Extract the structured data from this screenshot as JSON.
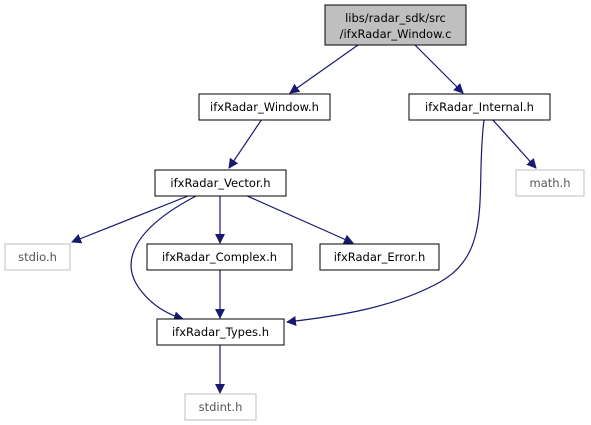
{
  "nodes": {
    "root": {
      "lines": [
        "libs/radar_sdk/src",
        "/ifxRadar_Window.c"
      ],
      "kind": "root"
    },
    "window_h": {
      "label": "ifxRadar_Window.h",
      "kind": "internal"
    },
    "internal_h": {
      "label": "ifxRadar_Internal.h",
      "kind": "internal"
    },
    "vector_h": {
      "label": "ifxRadar_Vector.h",
      "kind": "internal"
    },
    "math_h": {
      "label": "math.h",
      "kind": "system"
    },
    "stdio_h": {
      "label": "stdio.h",
      "kind": "system"
    },
    "complex_h": {
      "label": "ifxRadar_Complex.h",
      "kind": "internal"
    },
    "error_h": {
      "label": "ifxRadar_Error.h",
      "kind": "internal"
    },
    "types_h": {
      "label": "ifxRadar_Types.h",
      "kind": "internal"
    },
    "stdint_h": {
      "label": "stdint.h",
      "kind": "system"
    }
  },
  "edges": [
    {
      "from": "root",
      "to": "window_h"
    },
    {
      "from": "root",
      "to": "internal_h"
    },
    {
      "from": "window_h",
      "to": "vector_h"
    },
    {
      "from": "internal_h",
      "to": "math_h"
    },
    {
      "from": "internal_h",
      "to": "types_h"
    },
    {
      "from": "vector_h",
      "to": "stdio_h"
    },
    {
      "from": "vector_h",
      "to": "complex_h"
    },
    {
      "from": "vector_h",
      "to": "error_h"
    },
    {
      "from": "vector_h",
      "to": "types_h"
    },
    {
      "from": "complex_h",
      "to": "types_h"
    },
    {
      "from": "types_h",
      "to": "stdint_h"
    }
  ],
  "colors": {
    "root_fill": "#bfbfbf",
    "node_border": "#000000",
    "system_border": "#bfbfbf",
    "system_text": "#555555",
    "edge": "#191970",
    "text": "#000000"
  }
}
